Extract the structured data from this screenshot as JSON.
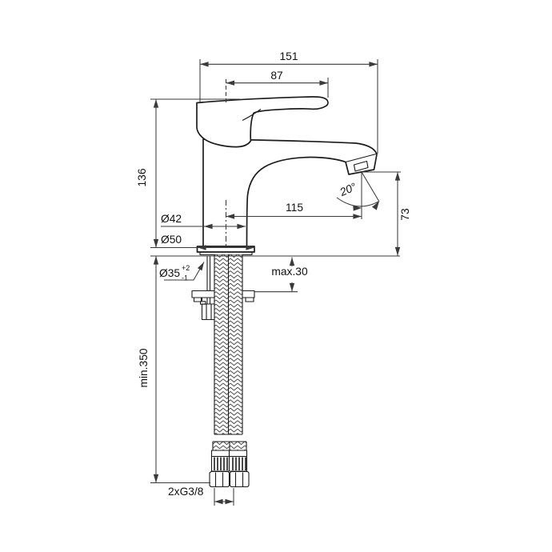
{
  "drawing": {
    "type": "technical-dimension-drawing",
    "subject": "single-lever basin mixer tap with flexible supply hoses",
    "labels": {
      "total_width": "151",
      "handle_length": "87",
      "height": "136",
      "body_diameter": "Ø42",
      "base_diameter": "Ø50",
      "hole_diameter": "Ø35",
      "hole_tol_plus": "+2",
      "hole_tol_minus": "-1",
      "spout_reach": "115",
      "spout_angle": "20°",
      "spout_height": "73",
      "max_deck_thickness": "max.30",
      "min_hose_length": "min.350",
      "connection_thread": "2xG3/8"
    },
    "colors": {
      "outline": "#1c1c1c",
      "dimension": "#3a3a3a",
      "text": "#111111",
      "background": "#ffffff"
    }
  }
}
